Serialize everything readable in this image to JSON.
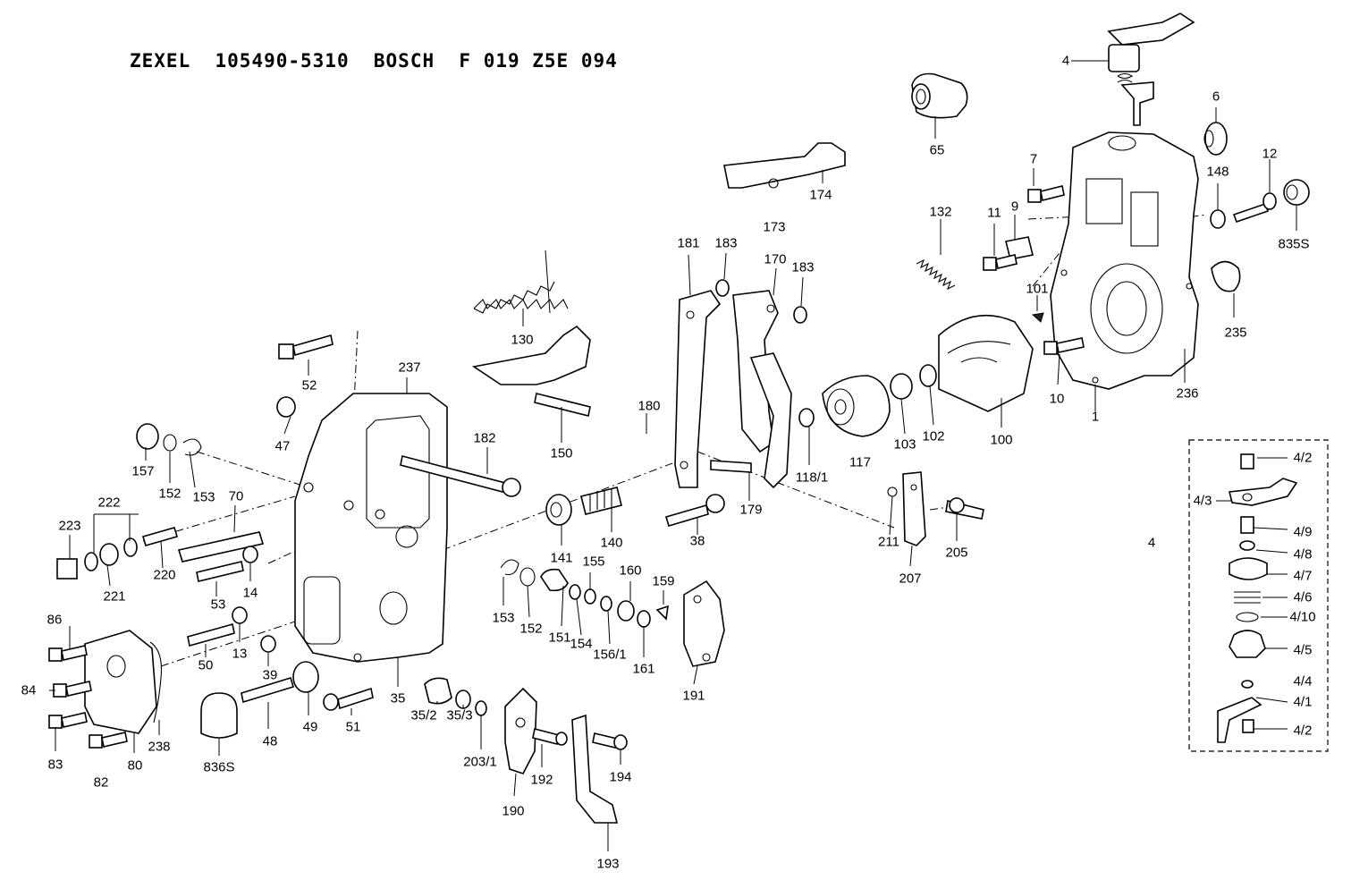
{
  "header": {
    "brand_zexel": "ZEXEL",
    "zexel_number": "105490-5310",
    "brand_bosch": "BOSCH",
    "bosch_number": "F 019 Z5E 094"
  },
  "labels": {
    "p4": "4",
    "p65": "65",
    "p6": "6",
    "p7": "7",
    "p12": "12",
    "p148": "148",
    "p9": "9",
    "p11": "11",
    "p835s": "835S",
    "p132": "132",
    "p174": "174",
    "p173": "173",
    "p181": "181",
    "p183a": "183",
    "p170": "170",
    "p183b": "183",
    "p130": "130",
    "p101": "101",
    "p235": "235",
    "p150": "150",
    "p52": "52",
    "p237": "237",
    "p10": "10",
    "p236": "236",
    "p1": "1",
    "p100": "100",
    "p102": "102",
    "p103": "103",
    "p118_1": "118/1",
    "p117": "117",
    "p47": "47",
    "p180": "180",
    "p182": "182",
    "p157": "157",
    "p152a": "152",
    "p153a": "153",
    "p70": "70",
    "p222": "222",
    "p223": "223",
    "p221": "221",
    "p220": "220",
    "p179": "179",
    "p38": "38",
    "p141": "141",
    "p140": "140",
    "p211": "211",
    "p207": "207",
    "p205": "205",
    "p53": "53",
    "p14": "14",
    "p13": "13",
    "p50": "50",
    "p39": "39",
    "p153b": "153",
    "p152b": "152",
    "p151": "151",
    "p154": "154",
    "p155": "155",
    "p156_1": "156/1",
    "p160": "160",
    "p161": "161",
    "p159": "159",
    "p191": "191",
    "p86": "86",
    "p84": "84",
    "p83": "83",
    "p82": "82",
    "p80": "80",
    "p238": "238",
    "p836s": "836S",
    "p48": "48",
    "p49": "49",
    "p51": "51",
    "p35": "35",
    "p35_2": "35/2",
    "p35_3": "35/3",
    "p203_1": "203/1",
    "p190": "190",
    "p192": "192",
    "p194": "194",
    "p193": "193",
    "p4_side": "4"
  },
  "detail_box": {
    "items": [
      "4/2",
      "4/3",
      "4/9",
      "4/8",
      "4/7",
      "4/6",
      "4/10",
      "4/5",
      "4/4",
      "4/1",
      "4/2"
    ]
  }
}
